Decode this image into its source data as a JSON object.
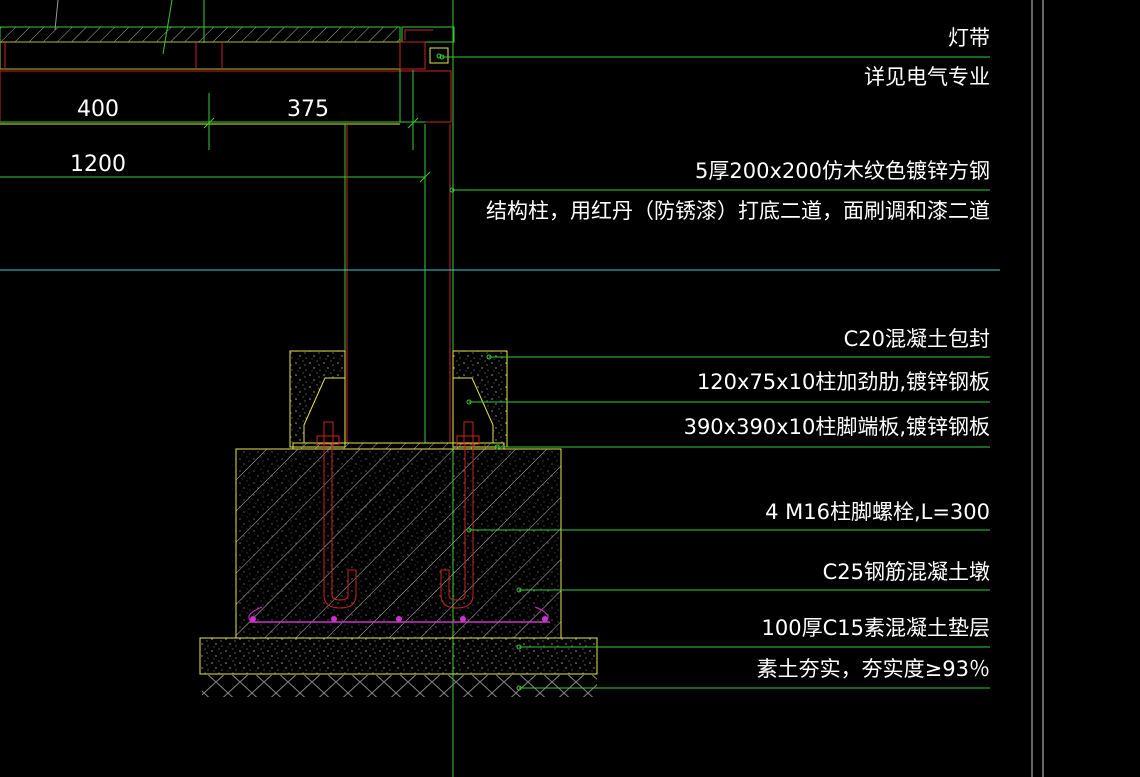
{
  "drawing": {
    "dimensions": [
      "400",
      "375",
      "1200"
    ],
    "annotations": [
      {
        "id": "light-strip",
        "lines": [
          "灯带",
          "详见电气专业"
        ]
      },
      {
        "id": "steel-column",
        "lines": [
          "5厚200x200仿木纹色镀锌方钢",
          "结构柱，用红丹（防锈漆）打底二道，面刷调和漆二道"
        ]
      },
      {
        "id": "concrete-encasement",
        "lines": [
          "C20混凝土包封"
        ]
      },
      {
        "id": "stiffener",
        "lines": [
          "120x75x10柱加劲肋,镀锌钢板"
        ]
      },
      {
        "id": "base-plate",
        "lines": [
          "390x390x10柱脚端板,镀锌钢板"
        ]
      },
      {
        "id": "anchor-bolts",
        "lines": [
          "4 M16柱脚螺栓,L=300"
        ]
      },
      {
        "id": "pier",
        "lines": [
          "C25钢筋混凝土墩"
        ]
      },
      {
        "id": "cushion",
        "lines": [
          "100厚C15素混凝土垫层"
        ]
      },
      {
        "id": "soil",
        "lines": [
          "素土夯实，夯实度≥93％"
        ]
      }
    ],
    "colors": {
      "background": "#000000",
      "leader": "#33cc33",
      "outline": "#e6e64d",
      "steel": "#cc2222",
      "rebar": "#cc33cc",
      "axis": "#33cccc"
    }
  }
}
